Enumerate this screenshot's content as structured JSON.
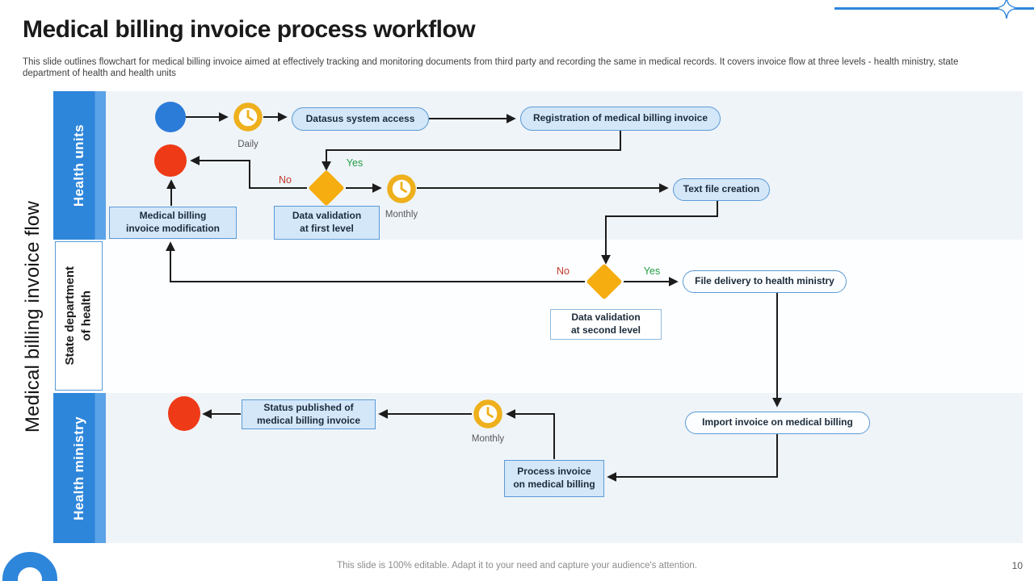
{
  "slide": {
    "title": "Medical billing invoice process workflow",
    "subtitle": "This slide outlines flowchart for medical billing invoice aimed at effectively tracking and monitoring documents from third party and recording the same in medical records. It covers invoice flow at three levels -  health ministry, state department of health and health units",
    "side_title": "Medical billing invoice flow",
    "footer_note": "This slide is 100% editable. Adapt it to your need and capture your audience's attention.",
    "page_number": "10"
  },
  "lanes": [
    {
      "label": "Health units"
    },
    {
      "label": "State department\nof health"
    },
    {
      "label": "Health ministry"
    }
  ],
  "nodes": {
    "datasus": "Datasus system access",
    "registration": "Registration of medical billing invoice",
    "text_file": "Text file creation",
    "modification": "Medical billing\ninvoice modification",
    "validation_first": "Data validation\nat first level",
    "file_delivery": "File delivery to health ministry",
    "validation_second": "Data validation\nat second level",
    "import_invoice": "Import invoice on medical billing",
    "process_invoice": "Process invoice\non medical billing",
    "status_published": "Status published of\nmedical billing invoice"
  },
  "edge_labels": {
    "daily": "Daily",
    "monthly_first": "Monthly",
    "monthly_ministry": "Monthly",
    "yes_first": "Yes",
    "no_first": "No",
    "yes_second": "Yes",
    "no_second": "No"
  },
  "colors": {
    "accent-blue": "#2e86db",
    "banner-blue": "#2e86db",
    "banner-blue-light": "#5ba3e8",
    "lane-bg": "#eff4f9",
    "node-fill": "#d3e7f9",
    "node-fill-light": "#fbfdff",
    "node-border": "#5b9bd5",
    "node-border-light": "#8fbadf",
    "start-fill": "#2b7cd9",
    "end-fill": "#ee3a17",
    "clock-gold": "#eeb01c",
    "diamond-gold": "#f5ad10",
    "yes-green": "#1f9e42",
    "no-red": "#c0392b",
    "line-dark": "#1c1c1c",
    "text-dark": "#1c2b3a",
    "muted-gray": "#595959",
    "footer-gray": "#8c8c8c"
  }
}
